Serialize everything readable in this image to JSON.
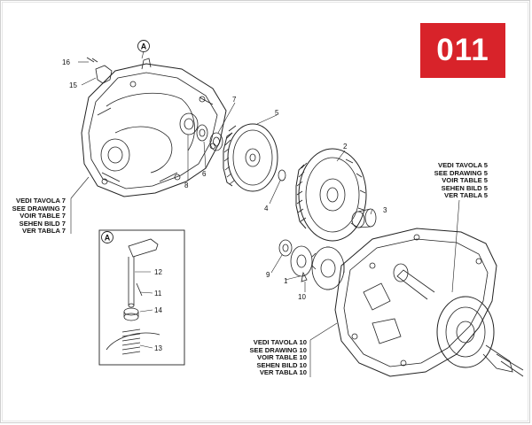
{
  "badge": {
    "text": "011",
    "color": "#d8232a"
  },
  "refs": {
    "table7": [
      "VEDI TAVOLA 7",
      "SEE DRAWING 7",
      "VOIR TABLE 7",
      "SEHEN BILD 7",
      "VER TABLA 7"
    ],
    "table5": [
      "VEDI TAVOLA 5",
      "SEE DRAWING 5",
      "VOIR TABLE 5",
      "SEHEN BILD 5",
      "VER TABLA 5"
    ],
    "table10": [
      "VEDI TAVOLA 10",
      "SEE DRAWING 10",
      "VOIR TABLE 10",
      "SEHEN BILD 10",
      "VER TABLA 10"
    ]
  },
  "callouts": {
    "A_top": "A",
    "A_inset": "A",
    "n1": "1",
    "n2": "2",
    "n3": "3",
    "n4": "4",
    "n5": "5",
    "n6": "6",
    "n7": "7",
    "n8": "8",
    "n9": "9",
    "n10": "10",
    "n11": "11",
    "n12": "12",
    "n13": "13",
    "n14": "14",
    "n15": "15",
    "n16": "16"
  }
}
